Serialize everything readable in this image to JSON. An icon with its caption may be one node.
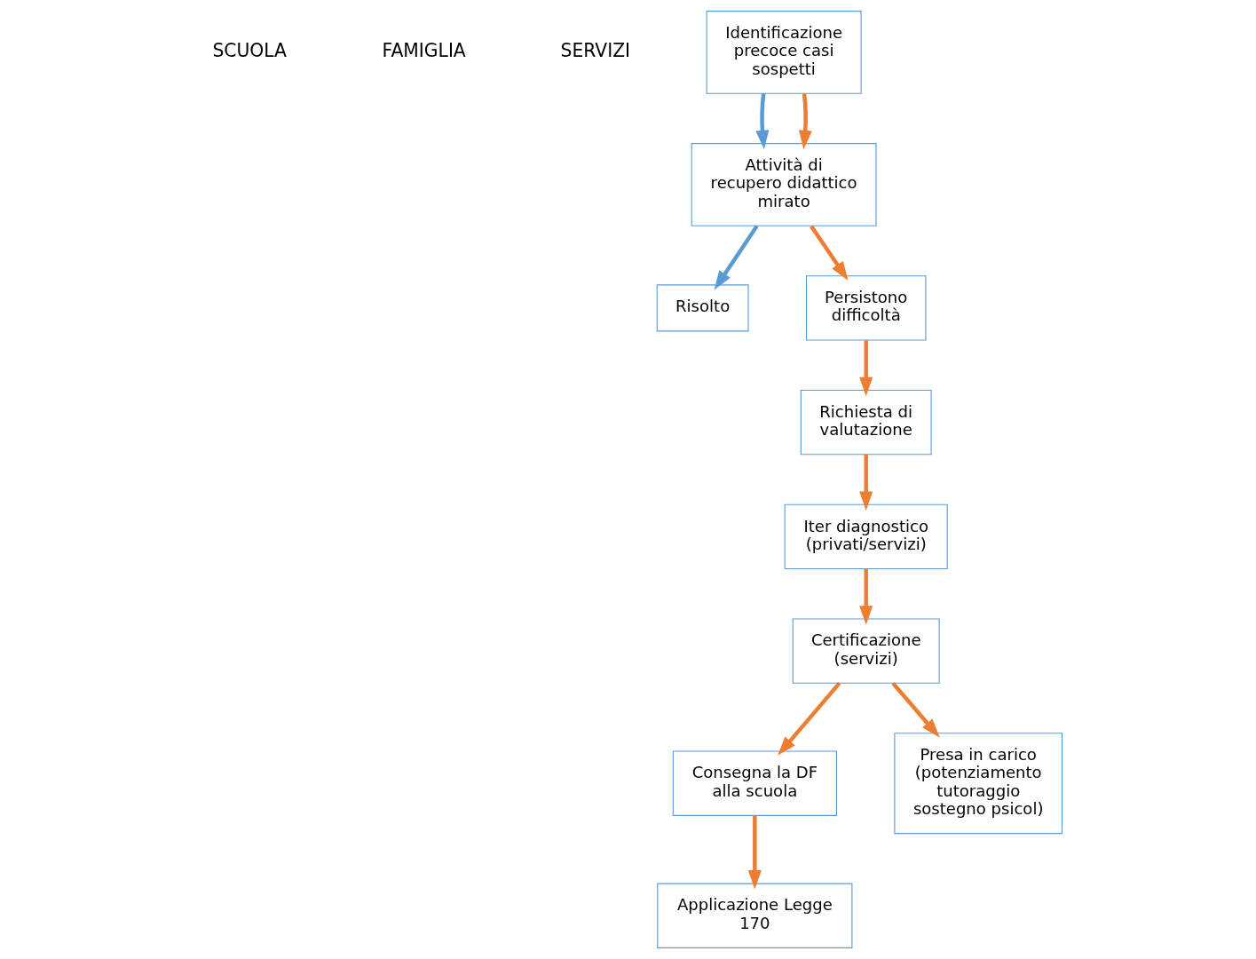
{
  "diagram": {
    "nodes": [
      {
        "text": [
          "Identificazione precoce casi sospetti"
        ]
      },
      {
        "text": [
          "Attività di recupero didattico mirato"
        ]
      },
      {
        "text": [
          "Risolto"
        ]
      },
      {
        "text": [
          "Persistono difficoltà"
        ]
      },
      {
        "text": [
          "Richiesta di valutazione"
        ]
      },
      {
        "text": [
          "Iter diagnostico (privati/servizi)"
        ]
      },
      {
        "text": [
          "Certificazione (servizi)"
        ]
      },
      {
        "text": [
          "Consegna la DF alla scuola"
        ]
      },
      {
        "text": [
          "Applicazione Legge 170"
        ]
      },
      {
        "text": [
          "Presa in carico (potenziamento tutoraggio sostegno psicol)"
        ]
      }
    ],
    "edges": [
      {
        "from": 0,
        "to": 1,
        "arrow": "to",
        "color": "#5b9bd5"
      },
      {
        "from": 0,
        "to": 1,
        "arrow": "to"
      },
      {
        "from": 1,
        "to": 2,
        "arrow": "to",
        "color": "#5b9bd5"
      },
      {
        "from": 1,
        "to": 3,
        "arrow": "to"
      },
      {
        "from": 3,
        "to": 4,
        "arrow": "to"
      },
      {
        "from": 4,
        "to": 5,
        "arrow": "to"
      },
      {
        "from": 5,
        "to": 6,
        "arrow": "to"
      },
      {
        "from": 6,
        "to": 7,
        "arrow": "to"
      },
      {
        "from": 6,
        "to": 9,
        "arrow": "to"
      },
      {
        "from": 7,
        "to": 8,
        "arrow": "to"
      }
    ],
    "labels": [
      "SCUOLA",
      "FAMIGLIA",
      "SERVIZI"
    ]
  }
}
